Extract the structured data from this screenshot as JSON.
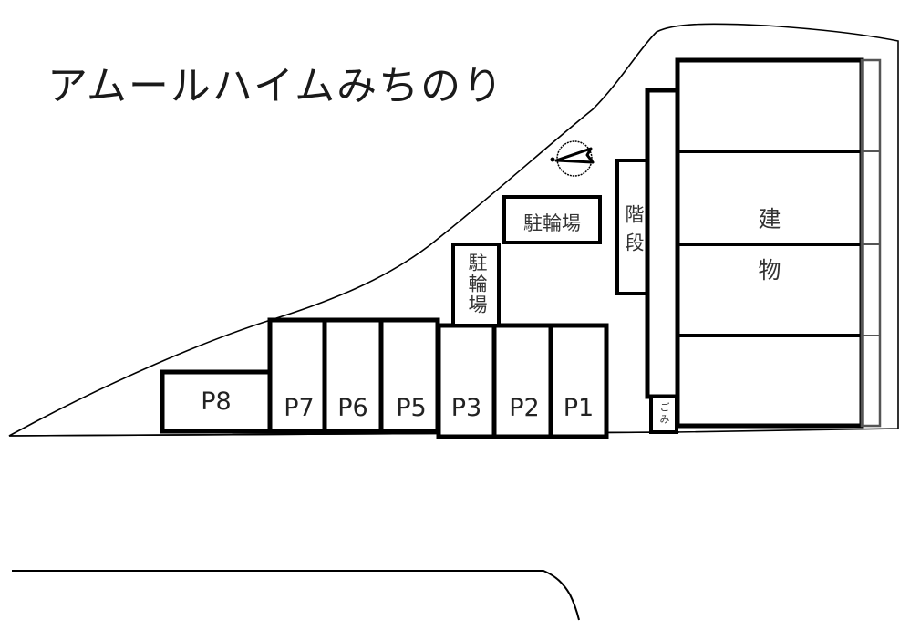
{
  "map": {
    "title": "アムールハイムみちのり",
    "parking_spaces": [
      {
        "id": "P8",
        "label": "P8"
      },
      {
        "id": "P7",
        "label": "P7"
      },
      {
        "id": "P6",
        "label": "P6"
      },
      {
        "id": "P5",
        "label": "P5"
      },
      {
        "id": "P3",
        "label": "P3"
      },
      {
        "id": "P2",
        "label": "P2"
      },
      {
        "id": "P1",
        "label": "P1"
      }
    ],
    "bicycle_parking_horizontal": "駐輪場",
    "bicycle_parking_vertical": "駐輪場",
    "stairs": "階段",
    "building_line1": "建",
    "building_line2": "物",
    "garbage": "ごみ",
    "compass_icon": "direction-arrow-icon",
    "colors": {
      "line": "#000000",
      "background": "#ffffff",
      "text": "#333333"
    }
  }
}
